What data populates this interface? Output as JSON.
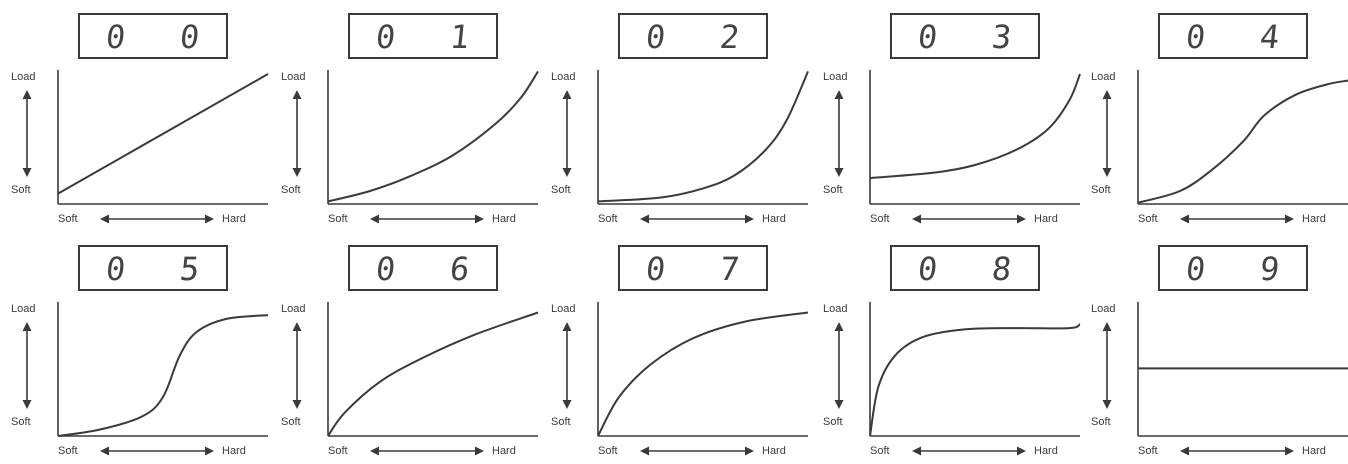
{
  "axis_labels": {
    "load": "Load",
    "soft": "Soft",
    "hard": "Hard"
  },
  "colors": {
    "ink": "#3a3a3a"
  },
  "panels": [
    {
      "digits": [
        "0",
        "0"
      ],
      "curve": "linear"
    },
    {
      "digits": [
        "0",
        "1"
      ],
      "curve": "mild-exponential"
    },
    {
      "digits": [
        "0",
        "2"
      ],
      "curve": "steep-exponential"
    },
    {
      "digits": [
        "0",
        "3"
      ],
      "curve": "offset-exponential"
    },
    {
      "digits": [
        "0",
        "4"
      ],
      "curve": "s-curve-late"
    },
    {
      "digits": [
        "0",
        "5"
      ],
      "curve": "s-curve-sharp"
    },
    {
      "digits": [
        "0",
        "6"
      ],
      "curve": "mild-logarithmic"
    },
    {
      "digits": [
        "0",
        "7"
      ],
      "curve": "logarithmic"
    },
    {
      "digits": [
        "0",
        "8"
      ],
      "curve": "fast-saturation"
    },
    {
      "digits": [
        "0",
        "9"
      ],
      "curve": "constant"
    }
  ]
}
